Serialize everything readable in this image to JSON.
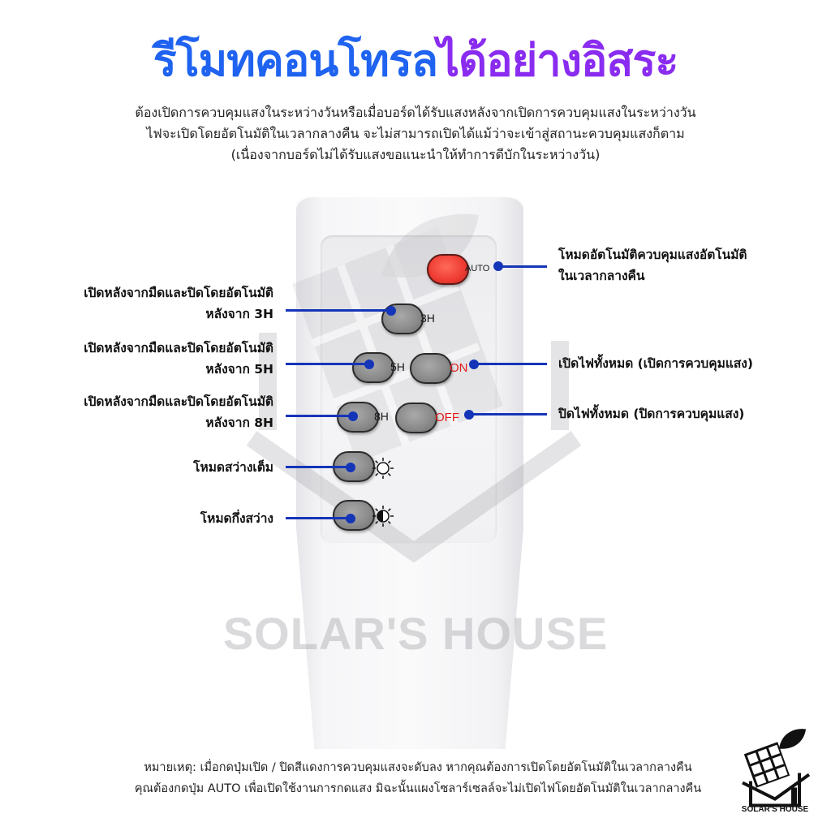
{
  "title": {
    "part1": "รีโมทคอนโทรล",
    "part2": "ได้อย่างอิสระ",
    "color1": "#1f63f0",
    "color2": "#8a2cf0"
  },
  "subtitle": {
    "lines": [
      "ต้องเปิดการควบคุมแสงในระหว่างวันหรือเมื่อบอร์ดได้รับแสงหลังจากเปิดการควบคุมแสงในระหว่างวัน",
      "ไฟจะเปิดโดยอัตโนมัติในเวลากลางคืน จะไม่สามารถเปิดได้แม้ว่าจะเข้าสู่สถานะควบคุมแสงก็ตาม",
      "(เนื่องจากบอร์ดไม่ได้รับแสงขอแนะนำให้ทำการดีบักในระหว่างวัน)"
    ]
  },
  "remote": {
    "buttons": {
      "auto": "AUTO",
      "h3": "3H",
      "h5": "5H",
      "on": "ON",
      "h8": "8H",
      "off": "OFF",
      "full_bright_icon": "sun-icon",
      "half_bright_icon": "half-sun-icon"
    },
    "watermark": "SOLAR'S HOUSE"
  },
  "annotations": {
    "left": {
      "h3": {
        "line1": "เปิดหลังจากมืดและปิดโดยอัตโนมัติ",
        "line2": "หลังจาก 3H"
      },
      "h5": {
        "line1": "เปิดหลังจากมืดและปิดโดยอัตโนมัติ",
        "line2": "หลังจาก 5H"
      },
      "h8": {
        "line1": "เปิดหลังจากมืดและปิดโดยอัตโนมัติ",
        "line2": "หลังจาก 8H"
      },
      "full": "โหมดสว่างเต็ม",
      "half": "โหมดกึ่งสว่าง"
    },
    "right": {
      "auto": {
        "line1": "โหมดอัตโนมัติควบคุมแสงอัตโนมัติ",
        "line2": "ในเวลากลางคืน"
      },
      "on": "เปิดไฟทั้งหมด (เปิดการควบคุมแสง)",
      "off": "ปิดไฟทั้งหมด (ปิดการควบคุมแสง)"
    },
    "line_color": "#1535b8"
  },
  "footer": {
    "lines": [
      "หมายเหตุ: เมื่อกดปุ่มเปิด / ปิดสีแดงการควบคุมแสงจะดับลง  หากคุณต้องการเปิดโดยอัตโนมัติในเวลากลางคืน",
      "คุณต้องกดปุ่ม AUTO เพื่อเปิดใช้งานการกดแสง  มิฉะนั้นแผงโซลาร์เซลล์จะไม่เปิดไฟโดยอัตโนมัติในเวลากลางคืน"
    ]
  },
  "logo": {
    "text": "SOLAR'S HOUSE"
  }
}
